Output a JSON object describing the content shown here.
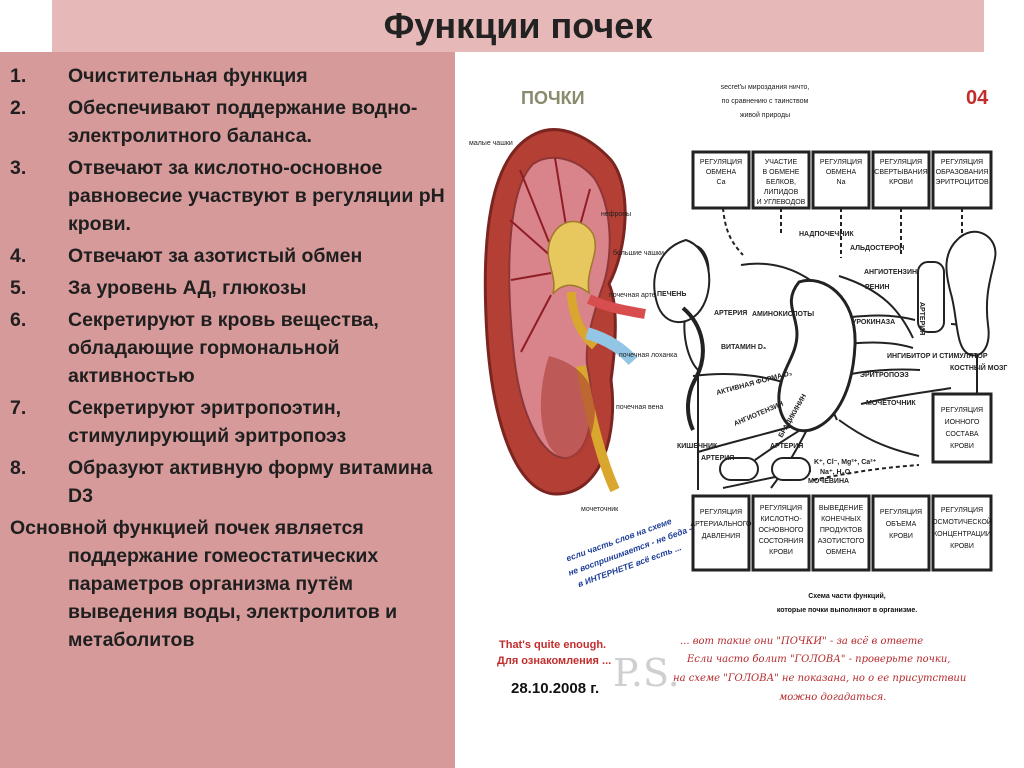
{
  "title": "Функции почек",
  "functions": [
    {
      "num": "1.",
      "text": "Очистительная функция"
    },
    {
      "num": "2.",
      "text": "Обеспечивают поддержание водно-электролитного баланса."
    },
    {
      "num": "3.",
      "text": "Отвечают за кислотно-основное равновесие участвуют в регуляции pH крови."
    },
    {
      "num": "4.",
      "text": "Отвечают за азотистый обмен"
    },
    {
      "num": "5.",
      "text": "За уровень АД, глюкозы"
    },
    {
      "num": "6.",
      "text": "Секретируют в кровь вещества, обладающие гормональной активностью"
    },
    {
      "num": "7.",
      "text": "Секретируют эритропоэтин, стимулирующий эритропоэз"
    },
    {
      "num": "8.",
      "text": "Образуют активную форму витамина D3"
    }
  ],
  "summary": "Основной функцией почек является поддержание гомеостатических параметров организма путём выведения воды, электролитов и метаболитов",
  "diagram": {
    "heading": "ПОЧКИ",
    "page_no": "04",
    "tagline": [
      "secret'ы мироздания ничто,",
      "по сравнению с таинством",
      "живой природы"
    ],
    "kidney_labels": [
      "малые чашки",
      "нефроны",
      "большие чашки",
      "почечная артерия",
      "почечная лоханка",
      "почечная вена",
      "мочеточник"
    ],
    "top_boxes": [
      [
        "РЕГУЛЯЦИЯ",
        "ОБМЕНА",
        "Ca"
      ],
      [
        "УЧАСТИЕ",
        "В ОБМЕНЕ",
        "БЕЛКОВ,",
        "ЛИПИДОВ",
        "И УГЛЕВОДОВ"
      ],
      [
        "РЕГУЛЯЦИЯ",
        "ОБМЕНА",
        "Na"
      ],
      [
        "РЕГУЛЯЦИЯ",
        "СВЕРТЫВАНИЯ",
        "КРОВИ"
      ],
      [
        "РЕГУЛЯЦИЯ",
        "ОБРАЗОВАНИЯ",
        "ЭРИТРОЦИТОВ"
      ]
    ],
    "bottom_boxes": [
      [
        "РЕГУЛЯЦИЯ",
        "АРТЕРИАЛЬНОГО",
        "ДАВЛЕНИЯ"
      ],
      [
        "РЕГУЛЯЦИЯ",
        "КИСЛОТНО-",
        "ОСНОВНОГО",
        "СОСТОЯНИЯ",
        "КРОВИ"
      ],
      [
        "ВЫВЕДЕНИЕ",
        "КОНЕЧНЫХ",
        "ПРОДУКТОВ",
        "АЗОТИСТОГО",
        "ОБМЕНА"
      ],
      [
        "РЕГУЛЯЦИЯ",
        "ОБЪЕМА",
        "КРОВИ"
      ],
      [
        "РЕГУЛЯЦИЯ",
        "ОСМОТИЧЕСКОЙ",
        "КОНЦЕНТРАЦИИ",
        "КРОВИ"
      ]
    ],
    "right_box": [
      "РЕГУЛЯЦИЯ",
      "ИОННОГО",
      "СОСТАВА",
      "КРОВИ"
    ],
    "scheme_labels": [
      "ПЕЧЕНЬ",
      "АРТЕРИЯ",
      "ВИТАМИН D₃",
      "КИШЕЧНИК",
      "АРТЕРИЯ",
      "АРТЕРИЯ",
      "МОЧЕВИНА",
      "КОСТНЫЙ МОЗГ",
      "ЭРИТРОПОЭЗ",
      "РЕНИН",
      "АНГИОТЕНЗИН",
      "АЛЬДОСТЕРОН",
      "МОЧЕТОЧНИК",
      "АМИНОКИСЛОТЫ",
      "УРОКИНАЗА",
      "ИНГИБИТОР И СТИМУЛЯТОР",
      "АКТИВНАЯ ФОРМА D₃",
      "АНГИОТЕНЗИН",
      "БРАДИКИНИН",
      "НАДПОЧЕЧНИК",
      "АРТЕРИЯ",
      "K⁺, Cl⁻, Mg²⁺, Ca²⁺",
      "Na⁺, H₂O"
    ],
    "blue_note": [
      "если часть слов на схеме",
      "не воспринимается - не беда -",
      "в ИНТЕРНЕТЕ всё есть ..."
    ],
    "caption": [
      "Схема части функций,",
      "которые почки выполняют в организме."
    ],
    "enough": [
      "That's quite enough.",
      "Для ознакомления ..."
    ],
    "date": "28.10.2008 г.",
    "ps": "P.S.",
    "handwritten": [
      "... вот такие они \"ПОЧКИ\" - за всё в ответе",
      "Если часто болит \"ГОЛОВА\" - проверьте почки,",
      "на схеме \"ГОЛОВА\" не показана, но о ее присутствии",
      "можно догадаться."
    ]
  },
  "colors": {
    "title_band": "#e6b9b8",
    "left_panel": "#d69a9a",
    "accent_red": "#b6292c",
    "blue_text": "#1f3f9a"
  }
}
